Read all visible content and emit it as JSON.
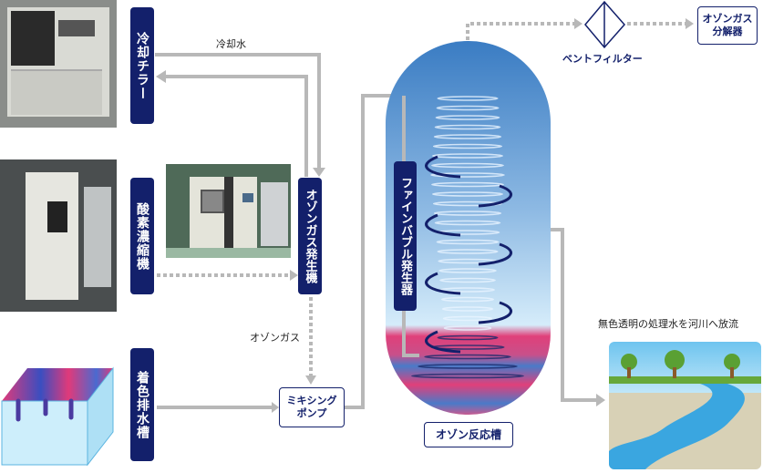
{
  "labels": {
    "chiller": "冷却チラー",
    "oxygen_concentrator": "酸素濃縮機",
    "ozone_generator": "オゾンガス発生機",
    "colored_wastewater_tank": "着色排水槽",
    "fine_bubble_generator": "ファインバブル発生器",
    "mixing_pump_line1": "ミキシング",
    "mixing_pump_line2": "ポンプ",
    "ozone_reaction_tank": "オゾン反応槽",
    "vent_filter": "ベントフィルター",
    "ozone_decomposer_line1": "オゾンガス",
    "ozone_decomposer_line2": "分解器"
  },
  "flows": {
    "cooling_water": "冷却水",
    "ozone_gas": "オゾンガス",
    "discharge": "無色透明の処理水を河川へ放流"
  },
  "colors": {
    "navy": "#13206b",
    "pipe": "#b8b8b8",
    "tank_blue": "#3a7cc3",
    "tank_pink": "#e0407a"
  }
}
